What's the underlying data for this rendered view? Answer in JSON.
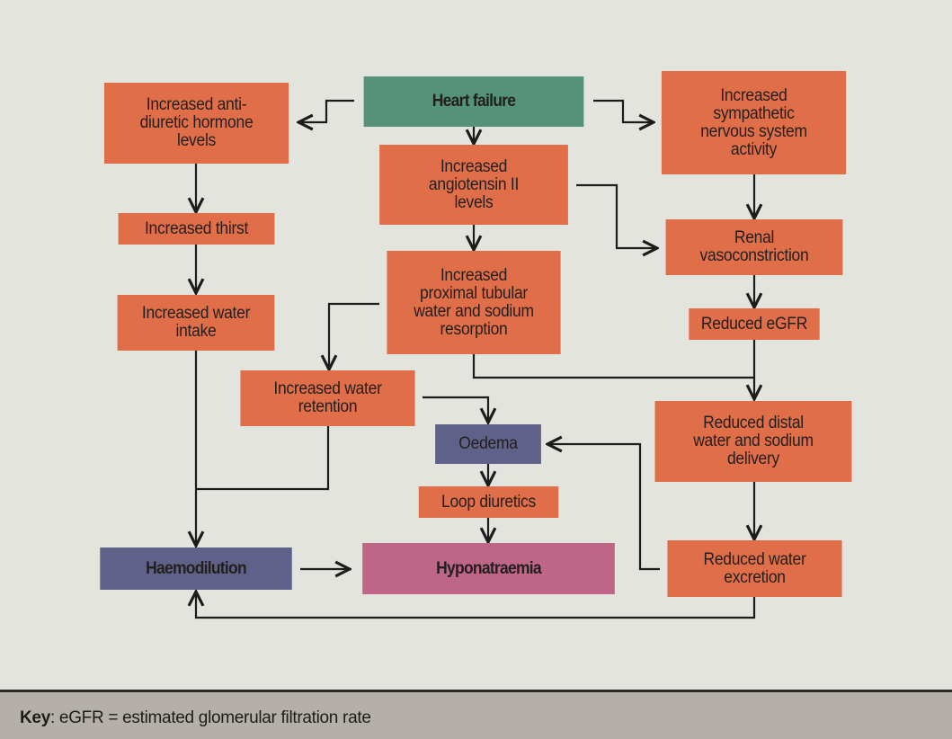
{
  "diagram": {
    "nodes": {
      "heart_failure": "Heart failure",
      "adh": "Increased anti-\ndiuretic hormone\nlevels",
      "sympathetic": "Increased\nsympathetic\nnervous system\nactivity",
      "angiotensin": "Increased\nangiotensin II\nlevels",
      "thirst": "Increased thirst",
      "renal_vaso": "Renal\nvasoconstriction",
      "proximal": "Increased\nproximal tubular\nwater and sodium\nresorption",
      "water_intake": "Increased water\nintake",
      "reduced_egfr": "Reduced eGFR",
      "water_retention": "Increased water\nretention",
      "distal": "Reduced distal\nwater and sodium\ndelivery",
      "oedema": "Oedema",
      "loop_diuretics": "Loop diuretics",
      "haemodilution": "Haemodilution",
      "hyponatraemia": "Hyponatraemia",
      "reduced_excretion": "Reduced water\nexcretion"
    },
    "colors": {
      "background": "#e4e4df",
      "cause": "#e06e48",
      "origin": "#56927a",
      "clinical": "#5f6189",
      "outcome": "#bf6587",
      "footer": "#b4b0a9"
    }
  },
  "footer": {
    "key_label": "Key",
    "key_text": ": eGFR = estimated glomerular filtration rate"
  }
}
